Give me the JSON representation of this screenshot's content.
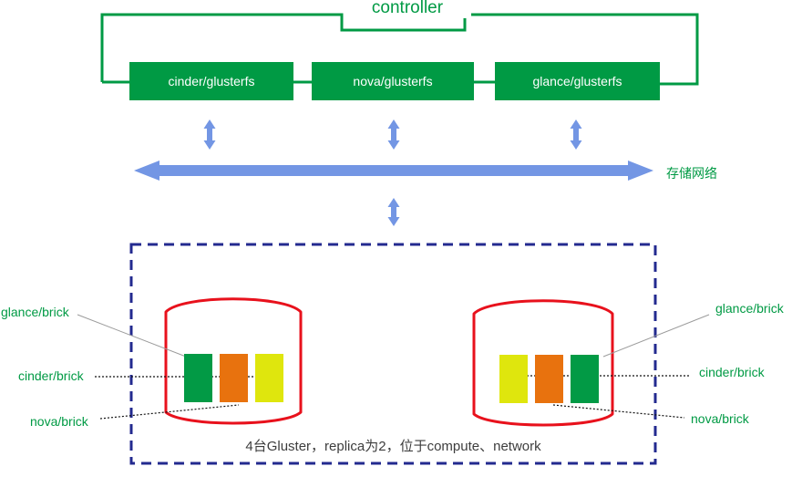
{
  "title": "controller",
  "colors": {
    "green": "#009A44",
    "blue": "#7396E4",
    "navy": "#232A8F",
    "red": "#E8111C",
    "orange": "#E8720E",
    "yellow": "#DFE60D",
    "bar_green": "#029A45",
    "gray": "#9B9B9B",
    "text_dark": "#3D3D3D"
  },
  "controller_nodes": [
    {
      "label": "cinder/glusterfs"
    },
    {
      "label": "nova/glusterfs"
    },
    {
      "label": "glance/glusterfs"
    }
  ],
  "network_label": "存储网络",
  "gluster_nodes": [
    {
      "side": "left",
      "bricks": [
        "bar_green",
        "orange",
        "yellow"
      ]
    },
    {
      "side": "right",
      "bricks": [
        "yellow",
        "orange",
        "bar_green"
      ]
    }
  ],
  "brick_labels_left": [
    "glance/brick",
    "cinder/brick",
    "nova/brick"
  ],
  "brick_labels_right": [
    "glance/brick",
    "cinder/brick",
    "nova/brick"
  ],
  "caption": "4台Gluster，replica为2，位于compute、network"
}
